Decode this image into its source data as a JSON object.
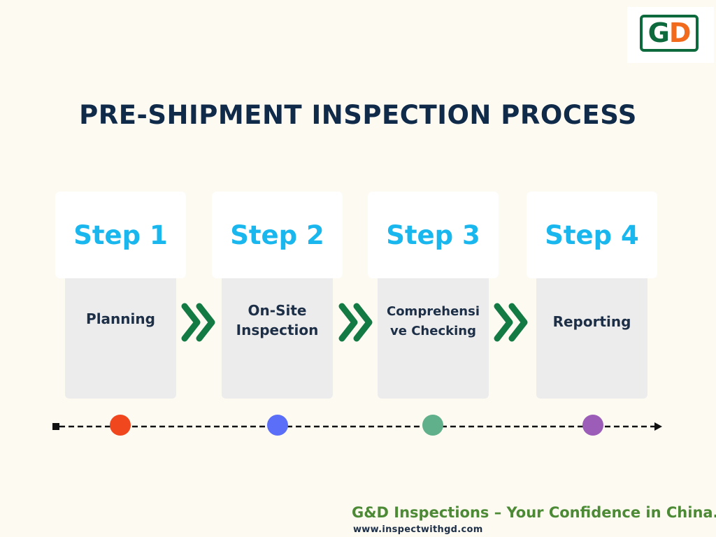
{
  "logo": {
    "letter1": "G",
    "letter2": "D"
  },
  "title": "PRE-SHIPMENT INSPECTION PROCESS",
  "steps": [
    {
      "heading": "Step 1",
      "label_lines": [
        "Planning"
      ]
    },
    {
      "heading": "Step 2",
      "label_lines": [
        "On-Site",
        "Inspection"
      ]
    },
    {
      "heading": "Step 3",
      "label_lines": [
        "Comprehensi",
        "ve Checking"
      ]
    },
    {
      "heading": "Step 4",
      "label_lines": [
        "Reporting"
      ]
    }
  ],
  "timeline_dot_colors": [
    "#f0471f",
    "#5b6ef7",
    "#5fb08b",
    "#9b5db8"
  ],
  "colors": {
    "step_heading": "#19b7ee",
    "chevron": "#137a43",
    "title": "#102a4a",
    "footer_tagline": "#4c8a35"
  },
  "footer": {
    "tagline": "G&D Inspections – Your Confidence in China.",
    "url": "www.inspectwithgd.com"
  }
}
